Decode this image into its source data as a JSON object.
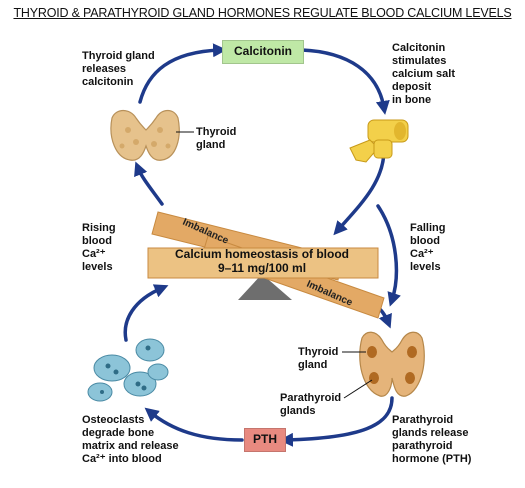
{
  "title": "THYROID & PARATHYROID GLAND HORMONES REGULATE BLOOD CALCIUM LEVELS",
  "colors": {
    "arrow": "#1e3a8a",
    "calcitonin_box": "#bfe8a6",
    "pth_box": "#e88a80",
    "seesaw": "#e8b877",
    "fulcrum": "#777777",
    "thyroid": "#e8c48a",
    "bone": "#f2d24a",
    "osteoclast": "#8fc7d8"
  },
  "boxes": {
    "calcitonin": "Calcitonin",
    "pth": "PTH"
  },
  "labels": {
    "thyroid_releases": [
      "Thyroid gland",
      "releases",
      "calcitonin"
    ],
    "thyroid_gland": [
      "Thyroid",
      "gland"
    ],
    "calcitonin_stimulates": [
      "Calcitonin",
      "stimulates",
      "calcium salt",
      "deposit",
      "in bone"
    ],
    "rising": [
      "Rising",
      "blood",
      "Ca²⁺",
      "levels"
    ],
    "falling": [
      "Falling",
      "blood",
      "Ca²⁺",
      "levels"
    ],
    "thyroid_gland_2": [
      "Thyroid",
      "gland"
    ],
    "parathyroid_glands": [
      "Parathyroid",
      "glands"
    ],
    "osteoclasts": [
      "Osteoclasts",
      "degrade bone",
      "matrix and release",
      "Ca²⁺ into blood"
    ],
    "parathyroid_release": [
      "Parathyroid",
      "glands release",
      "parathyroid",
      "hormone (PTH)"
    ]
  },
  "seesaw": {
    "homeostasis_line1": "Calcium homeostasis of blood",
    "homeostasis_line2": "9–11 mg/100 ml",
    "imbalance_top": "Imbalance",
    "imbalance_bottom": "Imbalance"
  }
}
